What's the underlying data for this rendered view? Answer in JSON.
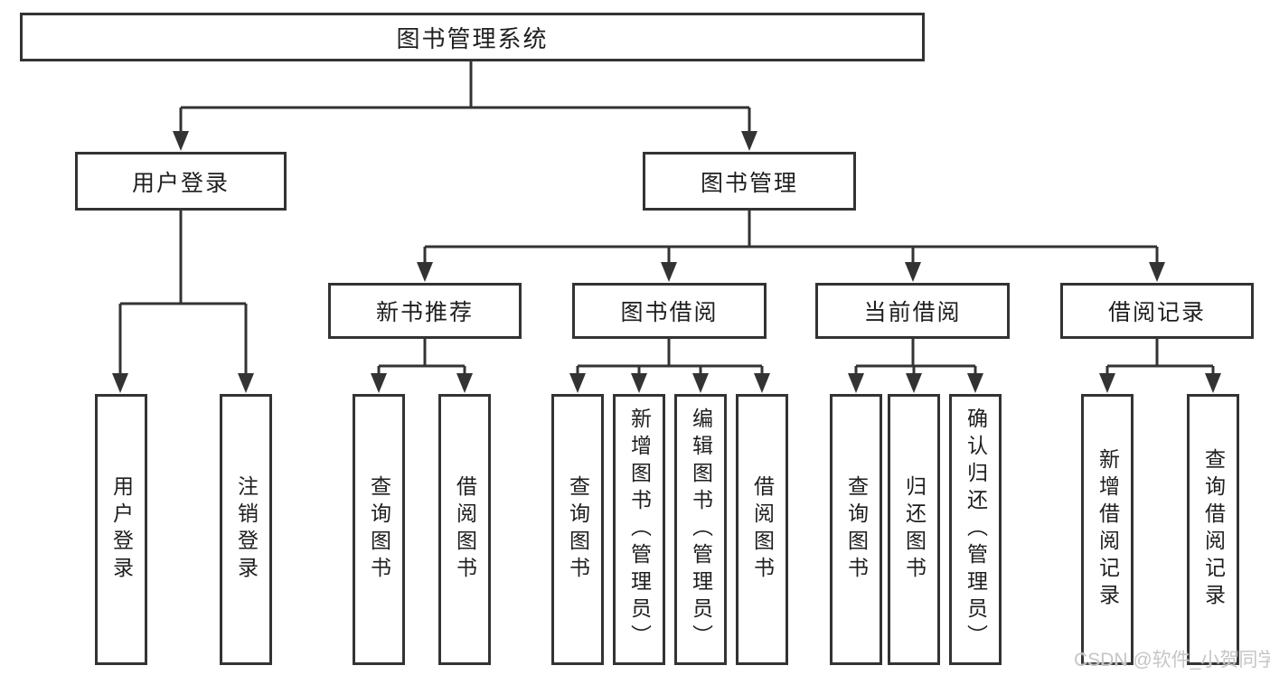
{
  "page": {
    "background": "#ffffff"
  },
  "colors": {
    "line": "#333333",
    "box_border": "#333333",
    "text": "#1e1e1e",
    "watermark": "#c6c6c6"
  },
  "watermark": {
    "text": "CSDN @软件_小贺同学"
  },
  "tree": {
    "root": {
      "label": "图书管理系统"
    },
    "branches": [
      {
        "label": "用户登录",
        "children": [
          {
            "label": "用户登录"
          },
          {
            "label": "注销登录"
          }
        ]
      },
      {
        "label": "图书管理",
        "sections": [
          {
            "label": "新书推荐",
            "children": [
              {
                "label": "查询图书"
              },
              {
                "label": "借阅图书"
              }
            ]
          },
          {
            "label": "图书借阅",
            "children": [
              {
                "label": "查询图书"
              },
              {
                "label": "新增图书（管理员）"
              },
              {
                "label": "编辑图书（管理员）"
              },
              {
                "label": "借阅图书"
              }
            ]
          },
          {
            "label": "当前借阅",
            "children": [
              {
                "label": "查询图书"
              },
              {
                "label": "归还图书"
              },
              {
                "label": "确认归还（管理员）"
              }
            ]
          },
          {
            "label": "借阅记录",
            "children": [
              {
                "label": "新增借阅记录"
              },
              {
                "label": "查询借阅记录"
              }
            ]
          }
        ]
      }
    ]
  }
}
